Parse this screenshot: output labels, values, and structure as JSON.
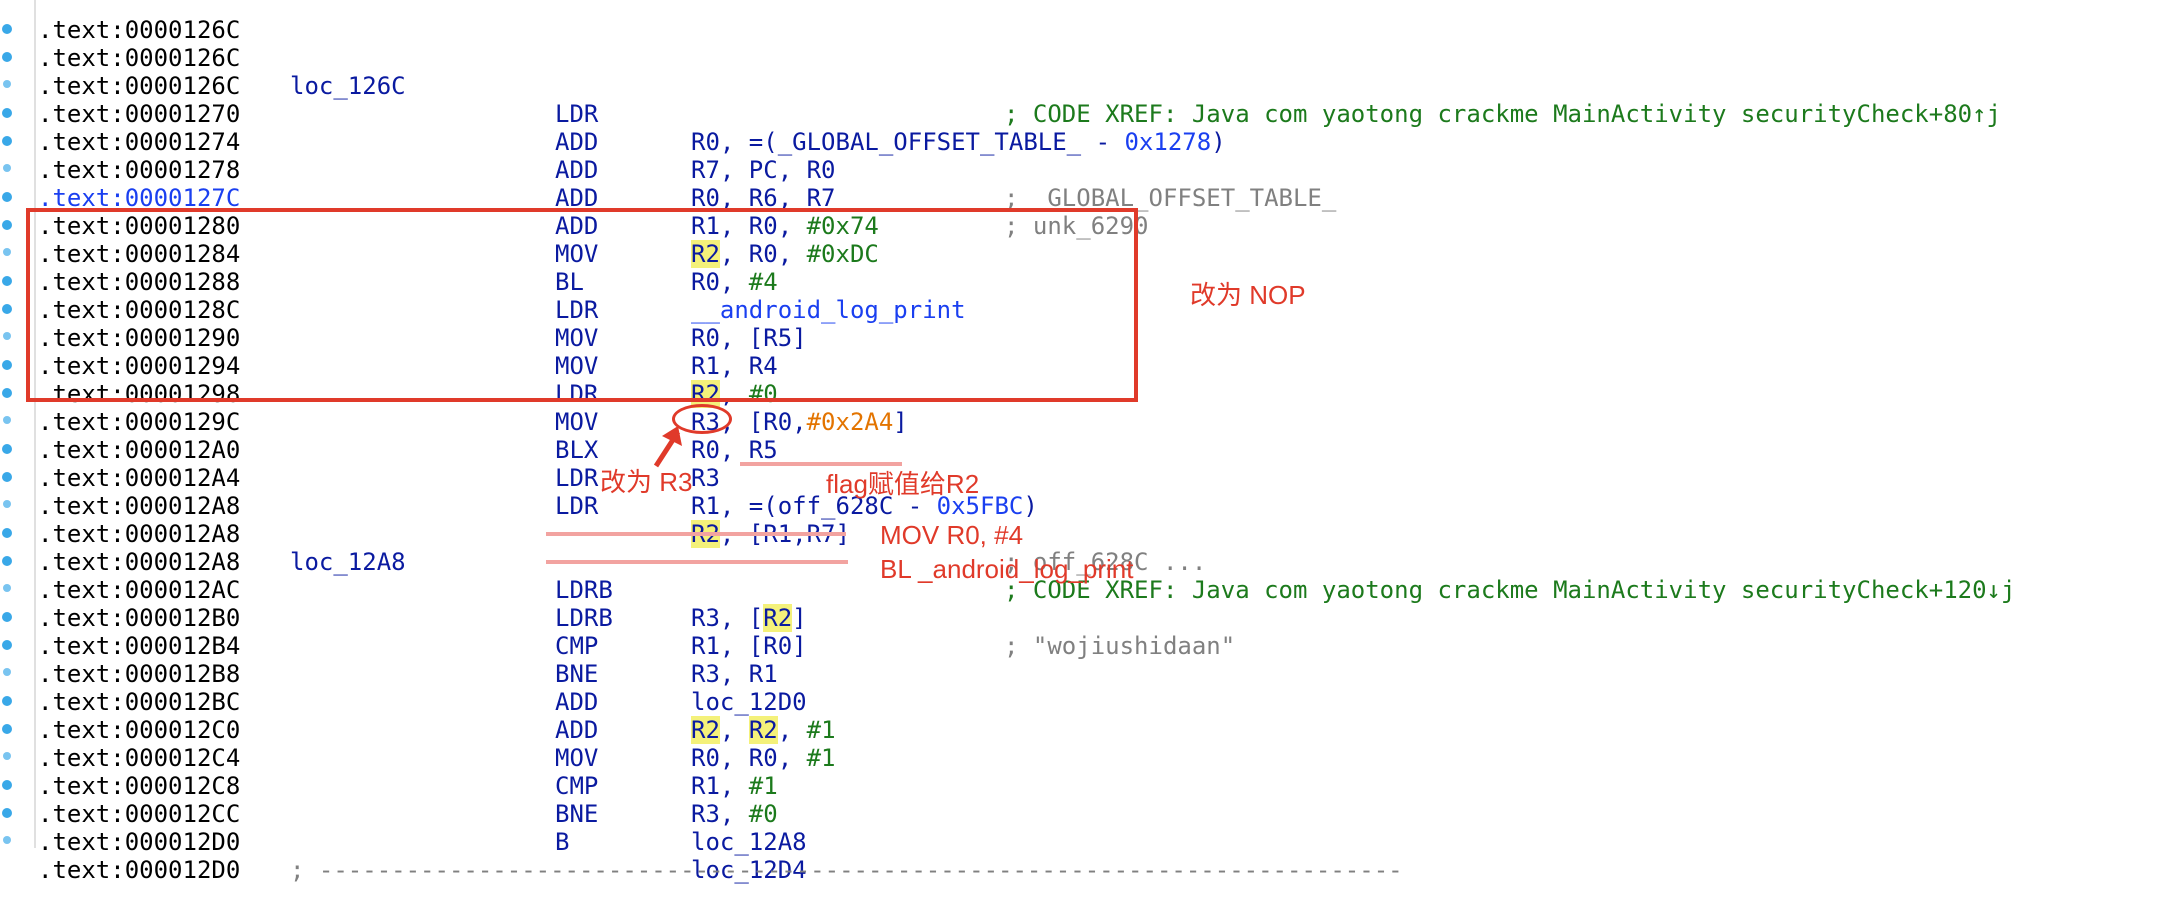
{
  "colors": {
    "instruction_blue": "#0a1aa0",
    "address_current_blue": "#1a3ff0",
    "comment_gray": "#808080",
    "xref_green": "#1c7a1c",
    "immediate_orange": "#e37400",
    "register_highlight": "#f4f17a",
    "annotation_red": "#e03a2a"
  },
  "rows": [
    {
      "addr": ".text:0000126C"
    },
    {
      "addr": ".text:0000126C",
      "label": "loc_126C",
      "xref": "; CODE XREF: Java com yaotong crackme MainActivity securityCheck+80↑j"
    },
    {
      "addr": ".text:0000126C",
      "mnem": "LDR",
      "ops": [
        "R0, =(_GLOBAL_OFFSET_TABLE_ - ",
        "0x1278",
        ")"
      ]
    },
    {
      "addr": ".text:00001270",
      "mnem": "ADD",
      "ops": [
        "R7, PC, R0"
      ],
      "cmt": "; _GLOBAL_OFFSET_TABLE_"
    },
    {
      "addr": ".text:00001274",
      "mnem": "ADD",
      "ops": [
        "R0, R6, R7"
      ],
      "cmt": "; unk_6290"
    },
    {
      "addr": ".text:00001278",
      "mnem": "ADD",
      "ops": [
        "R1, R0, ",
        "#0x74"
      ]
    },
    {
      "addr": ".text:0000127C",
      "mnem": "ADD",
      "ops": [
        "R2",
        ", R0, ",
        "#0xDC"
      ]
    },
    {
      "addr": ".text:00001280",
      "mnem": "MOV",
      "ops": [
        "R0, ",
        "#4"
      ]
    },
    {
      "addr": ".text:00001284",
      "mnem": "BL",
      "ops": [
        "__android_log_print"
      ]
    },
    {
      "addr": ".text:00001288",
      "mnem": "LDR",
      "ops": [
        "R0, [R5]"
      ]
    },
    {
      "addr": ".text:0000128C",
      "mnem": "MOV",
      "ops": [
        "R1, R4"
      ]
    },
    {
      "addr": ".text:00001290",
      "mnem": "MOV",
      "ops": [
        "R2",
        ", ",
        "#0"
      ]
    },
    {
      "addr": ".text:00001294",
      "mnem": "LDR",
      "ops": [
        "R3, [R0,",
        "#0x2A4",
        "]"
      ]
    },
    {
      "addr": ".text:00001298",
      "mnem": "MOV",
      "ops": [
        "R0, R5"
      ]
    },
    {
      "addr": ".text:0000129C",
      "mnem": "BLX",
      "ops": [
        "R3"
      ]
    },
    {
      "addr": ".text:000012A0",
      "mnem": "LDR",
      "ops": [
        "R1, =(off_628C - ",
        "0x5FBC",
        ")"
      ]
    },
    {
      "addr": ".text:000012A4",
      "mnem": "LDR",
      "ops": [
        "R2",
        ", [R1,R7]"
      ],
      "cmt": "; off_628C ..."
    },
    {
      "addr": ".text:000012A8"
    },
    {
      "addr": ".text:000012A8",
      "label": "loc_12A8",
      "xref": "; CODE XREF: Java com yaotong crackme MainActivity securityCheck+120↓j"
    },
    {
      "addr": ".text:000012A8",
      "mnem": "LDRB",
      "ops": [
        "R3, [",
        "R2",
        "]"
      ],
      "cmt": "; \"wojiushidaan\""
    },
    {
      "addr": ".text:000012AC",
      "mnem": "LDRB",
      "ops": [
        "R1, [R0]"
      ]
    },
    {
      "addr": ".text:000012B0",
      "mnem": "CMP",
      "ops": [
        "R3, R1"
      ]
    },
    {
      "addr": ".text:000012B4",
      "mnem": "BNE",
      "ops": [
        "loc_12D0"
      ]
    },
    {
      "addr": ".text:000012B8",
      "mnem": "ADD",
      "ops": [
        "R2",
        ", ",
        "R2",
        ", ",
        "#1"
      ]
    },
    {
      "addr": ".text:000012BC",
      "mnem": "ADD",
      "ops": [
        "R0, R0, ",
        "#1"
      ]
    },
    {
      "addr": ".text:000012C0",
      "mnem": "MOV",
      "ops": [
        "R1, ",
        "#1"
      ]
    },
    {
      "addr": ".text:000012C4",
      "mnem": "CMP",
      "ops": [
        "R3, ",
        "#0"
      ]
    },
    {
      "addr": ".text:000012C8",
      "mnem": "BNE",
      "ops": [
        "loc_12A8"
      ]
    },
    {
      "addr": ".text:000012CC",
      "mnem": "B",
      "ops": [
        "loc_12D4"
      ]
    },
    {
      "addr": ".text:000012D0",
      "sep": "; ---------------------------------------------------------------------------"
    },
    {
      "addr": ".text:000012D0"
    }
  ],
  "annotations": {
    "nop": "改为 NOP",
    "r3": "改为 R3",
    "flag": "flag赋值给R2",
    "mov_r0": "MOV R0, #4",
    "bl_log": "BL _android_log_print"
  }
}
